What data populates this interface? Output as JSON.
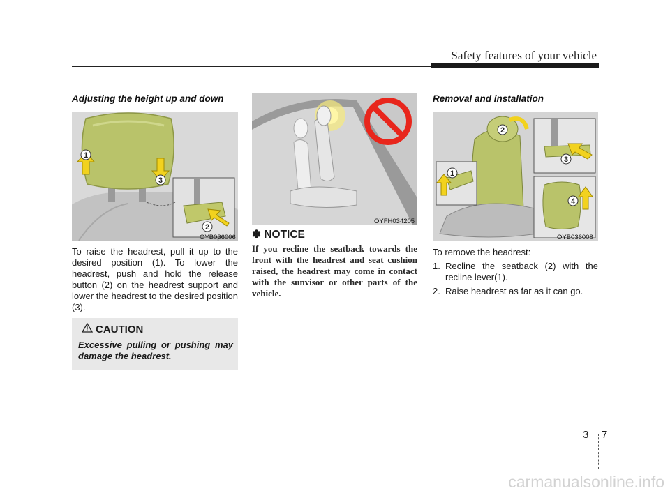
{
  "header": {
    "title": "Safety features of your vehicle"
  },
  "left": {
    "heading": "Adjusting the height up and down",
    "figure_code": "OYB036006",
    "body": "To raise the headrest, pull it up to the desired position (1). To lower the headrest, push and hold the release button (2) on the headrest support and lower the headrest to the desired position (3).",
    "caution": {
      "title": "CAUTION",
      "text": "Excessive pulling or pushing may damage the headrest."
    }
  },
  "middle": {
    "figure_code": "OYFH034205",
    "notice_symbol": "✽",
    "notice_title": "NOTICE",
    "notice_text": "If you recline the seatback towards the front with the headrest and seat cushion raised, the headrest may come in contact with the sunvisor or other parts of the vehicle."
  },
  "right": {
    "heading": "Removal and installation",
    "figure_code": "OYB036008",
    "intro": "To remove the headrest:",
    "steps": [
      {
        "num": "1.",
        "text": "Recline the seatback (2) with the recline lever(1)."
      },
      {
        "num": "2.",
        "text": "Raise headrest as far as it can go."
      }
    ]
  },
  "callouts": {
    "left_figure": [
      "1",
      "2",
      "3"
    ],
    "right_figure": [
      "1",
      "2",
      "3",
      "4"
    ]
  },
  "footer": {
    "chapter": "3",
    "page": "7"
  },
  "watermark": "carmanualsonline.info",
  "colors": {
    "headrest": "#b9c36a",
    "arrow": "#f2d21e",
    "caution_bg": "#e8e8e8",
    "prohibit": "#e8261c"
  }
}
